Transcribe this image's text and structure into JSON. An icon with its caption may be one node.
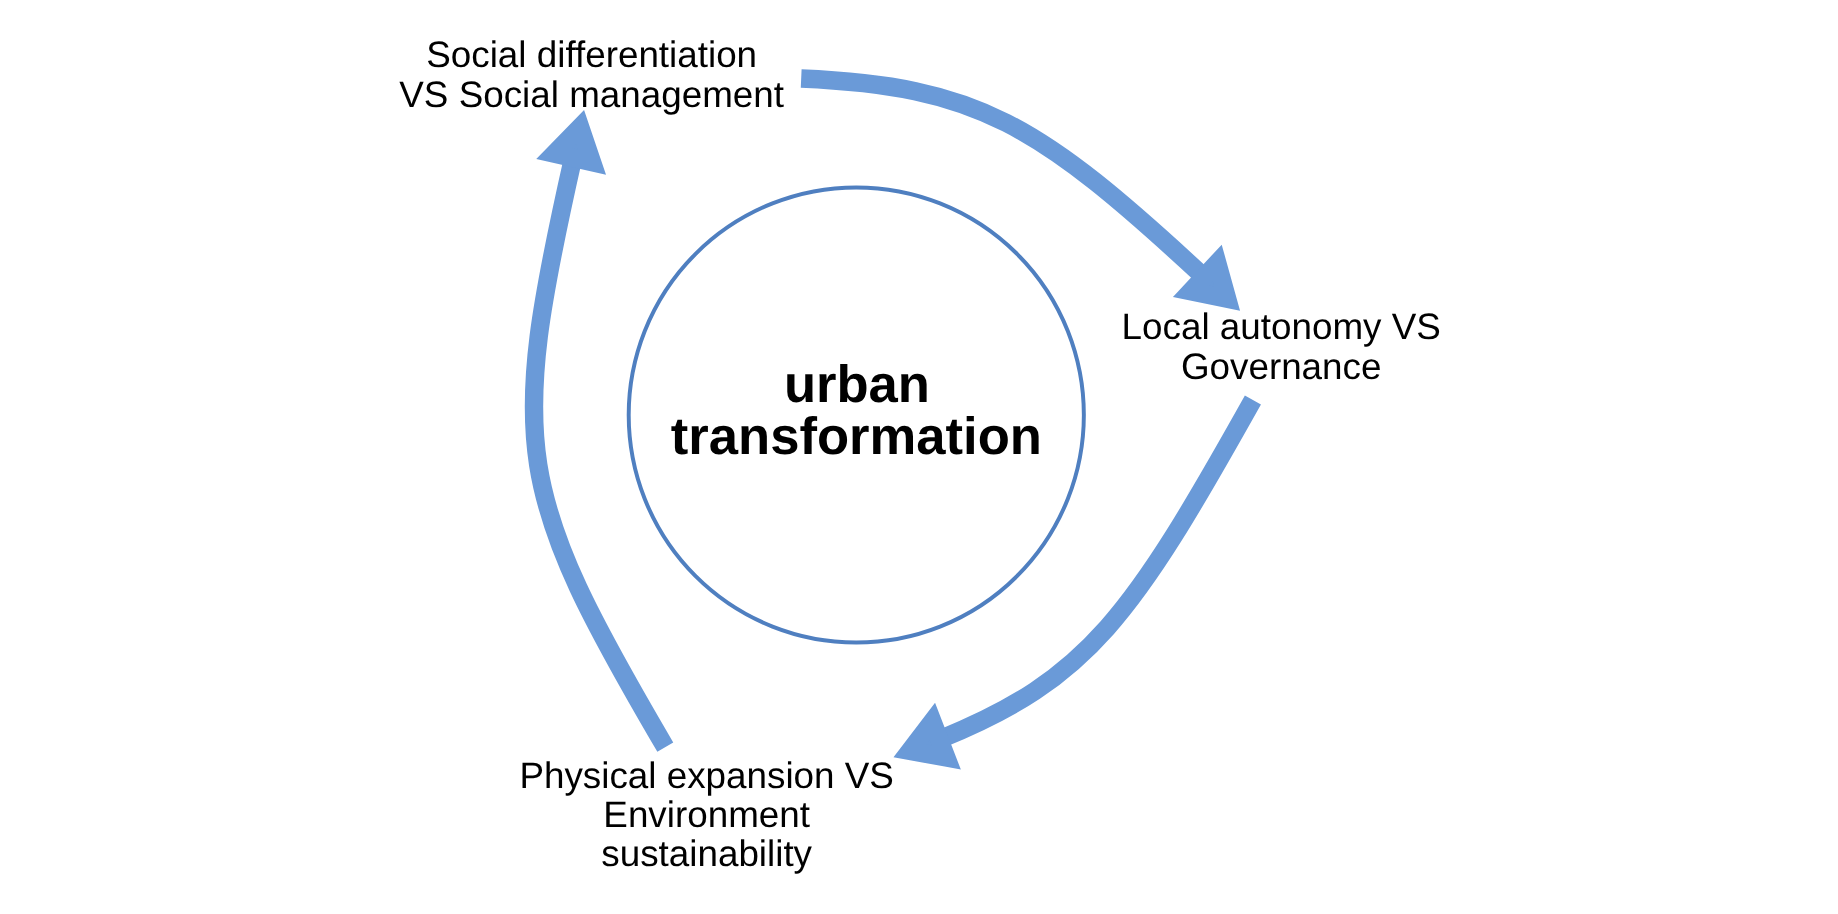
{
  "diagram": {
    "nodes": [
      {
        "text": [
          "urban transformation"
        ]
      },
      {
        "text": [
          "Local autonomy VS Governance"
        ]
      },
      {
        "text": [
          "Physical expansion VS Environment sustainability"
        ]
      },
      {
        "text": [
          "Social differentiation VS Social management"
        ]
      }
    ],
    "edges": [
      {
        "from": 3,
        "to": 1,
        "arrow": "to"
      },
      {
        "from": 1,
        "to": 2,
        "arrow": "to"
      },
      {
        "from": 2,
        "to": 3,
        "arrow": "to"
      }
    ]
  }
}
